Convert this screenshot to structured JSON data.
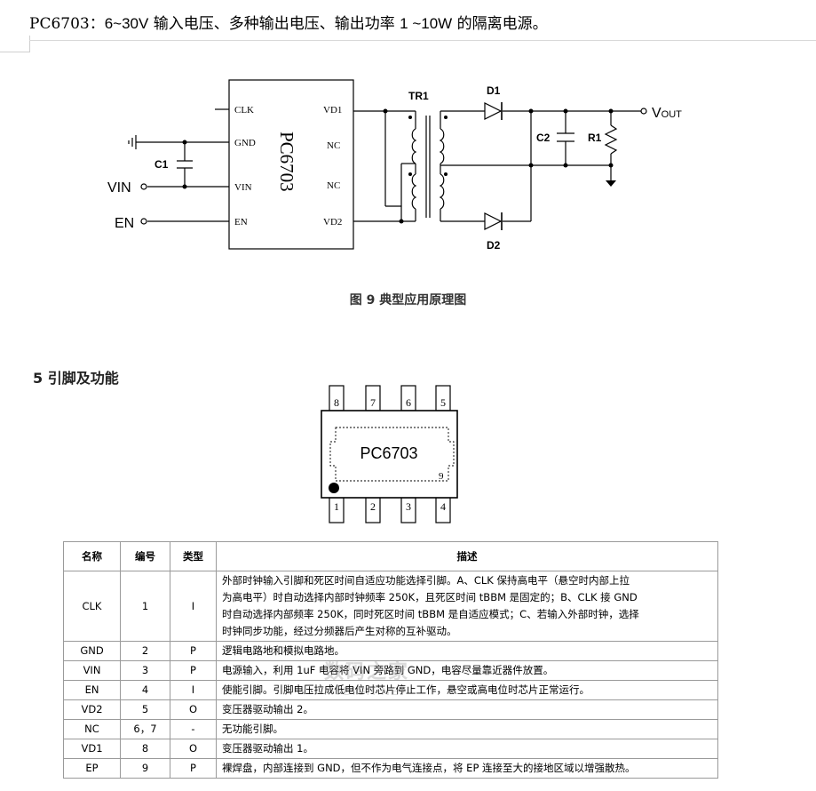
{
  "header": {
    "part": "PC6703：",
    "spec_a": "6~30V",
    "text_a": " 输入电压、多种输出电压、输出功率 ",
    "spec_b": "1 ~10W",
    "text_b": " 的隔离电源。"
  },
  "schematic": {
    "chip_name": "PC6703",
    "left_pins": [
      "CLK",
      "GND",
      "VIN",
      "EN"
    ],
    "right_pins": [
      "VD1",
      "NC",
      "NC",
      "VD2"
    ],
    "inputs": [
      "VIN",
      "EN"
    ],
    "capacitor_in": "C1",
    "transformer": "TR1",
    "diode_top": "D1",
    "diode_bottom": "D2",
    "capacitor_out": "C2",
    "resistor": "R1",
    "vout": "V",
    "vout_sub": "OUT"
  },
  "caption": "图 9  典型应用原理图",
  "section_title": "5  引脚及功能",
  "package": {
    "label": "PC6703",
    "top_pins": [
      "8",
      "7",
      "6",
      "5"
    ],
    "bottom_pins": [
      "1",
      "2",
      "3",
      "4"
    ],
    "pad_pin": "9"
  },
  "table": {
    "headers": [
      "名称",
      "编号",
      "类型",
      "描述"
    ],
    "rows": [
      {
        "name": "CLK",
        "num": "1",
        "type": "I",
        "lines": [
          "外部时钟输入引脚和死区时间自适应功能选择引脚。A、CLK 保持高电平（悬空时内部上拉",
          "为高电平）时自动选择内部时钟频率 250K，且死区时间 tBBM 是固定的；B、CLK 接 GND",
          "时自动选择内部频率 250K，同时死区时间 tBBM 是自适应模式；C、若输入外部时钟，选择",
          "时钟同步功能，经过分频器后产生对称的互补驱动。"
        ]
      },
      {
        "name": "GND",
        "num": "2",
        "type": "P",
        "lines": [
          "逻辑电路地和模拟电路地。"
        ]
      },
      {
        "name": "VIN",
        "num": "3",
        "type": "P",
        "lines": [
          "电源输入，利用 1uF 电容将 VIN 旁路到 GND，电容尽量靠近器件放置。"
        ]
      },
      {
        "name": "EN",
        "num": "4",
        "type": "I",
        "lines": [
          "使能引脚。引脚电压拉成低电位时芯片停止工作，悬空或高电位时芯片正常运行。"
        ]
      },
      {
        "name": "VD2",
        "num": "5",
        "type": "O",
        "lines": [
          "变压器驱动输出 2。"
        ]
      },
      {
        "name": "NC",
        "num": "6，7",
        "type": "-",
        "lines": [
          "无功能引脚。"
        ]
      },
      {
        "name": "VD1",
        "num": "8",
        "type": "O",
        "lines": [
          "变压器驱动输出 1。"
        ]
      },
      {
        "name": "EP",
        "num": "9",
        "type": "P",
        "lines": [
          "裸焊盘，内部连接到 GND，但不作为电气连接点，将 EP 连接至大的接地区域以增强散热。"
        ]
      }
    ]
  },
  "watermark": {
    "main": "数码之家",
    "sub": "MYDIGIT.NET"
  }
}
